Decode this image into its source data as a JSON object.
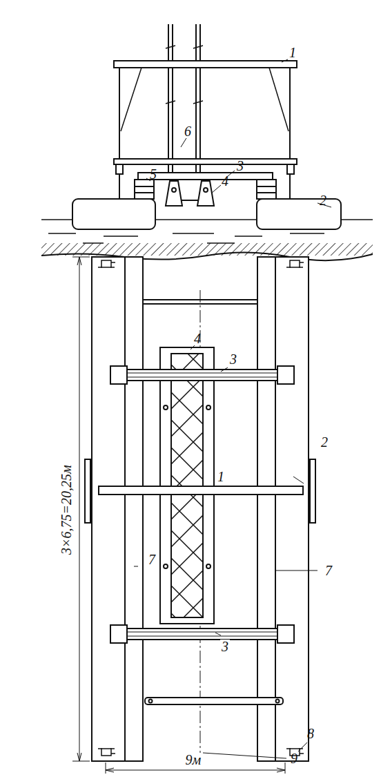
{
  "diagram": {
    "labels": [
      "1",
      "6",
      "5",
      "3",
      "4",
      "2",
      "3×6,75=20,25м",
      "4",
      "3",
      "2",
      "1",
      "3",
      "7",
      "7",
      "9м",
      "8",
      "9"
    ]
  }
}
